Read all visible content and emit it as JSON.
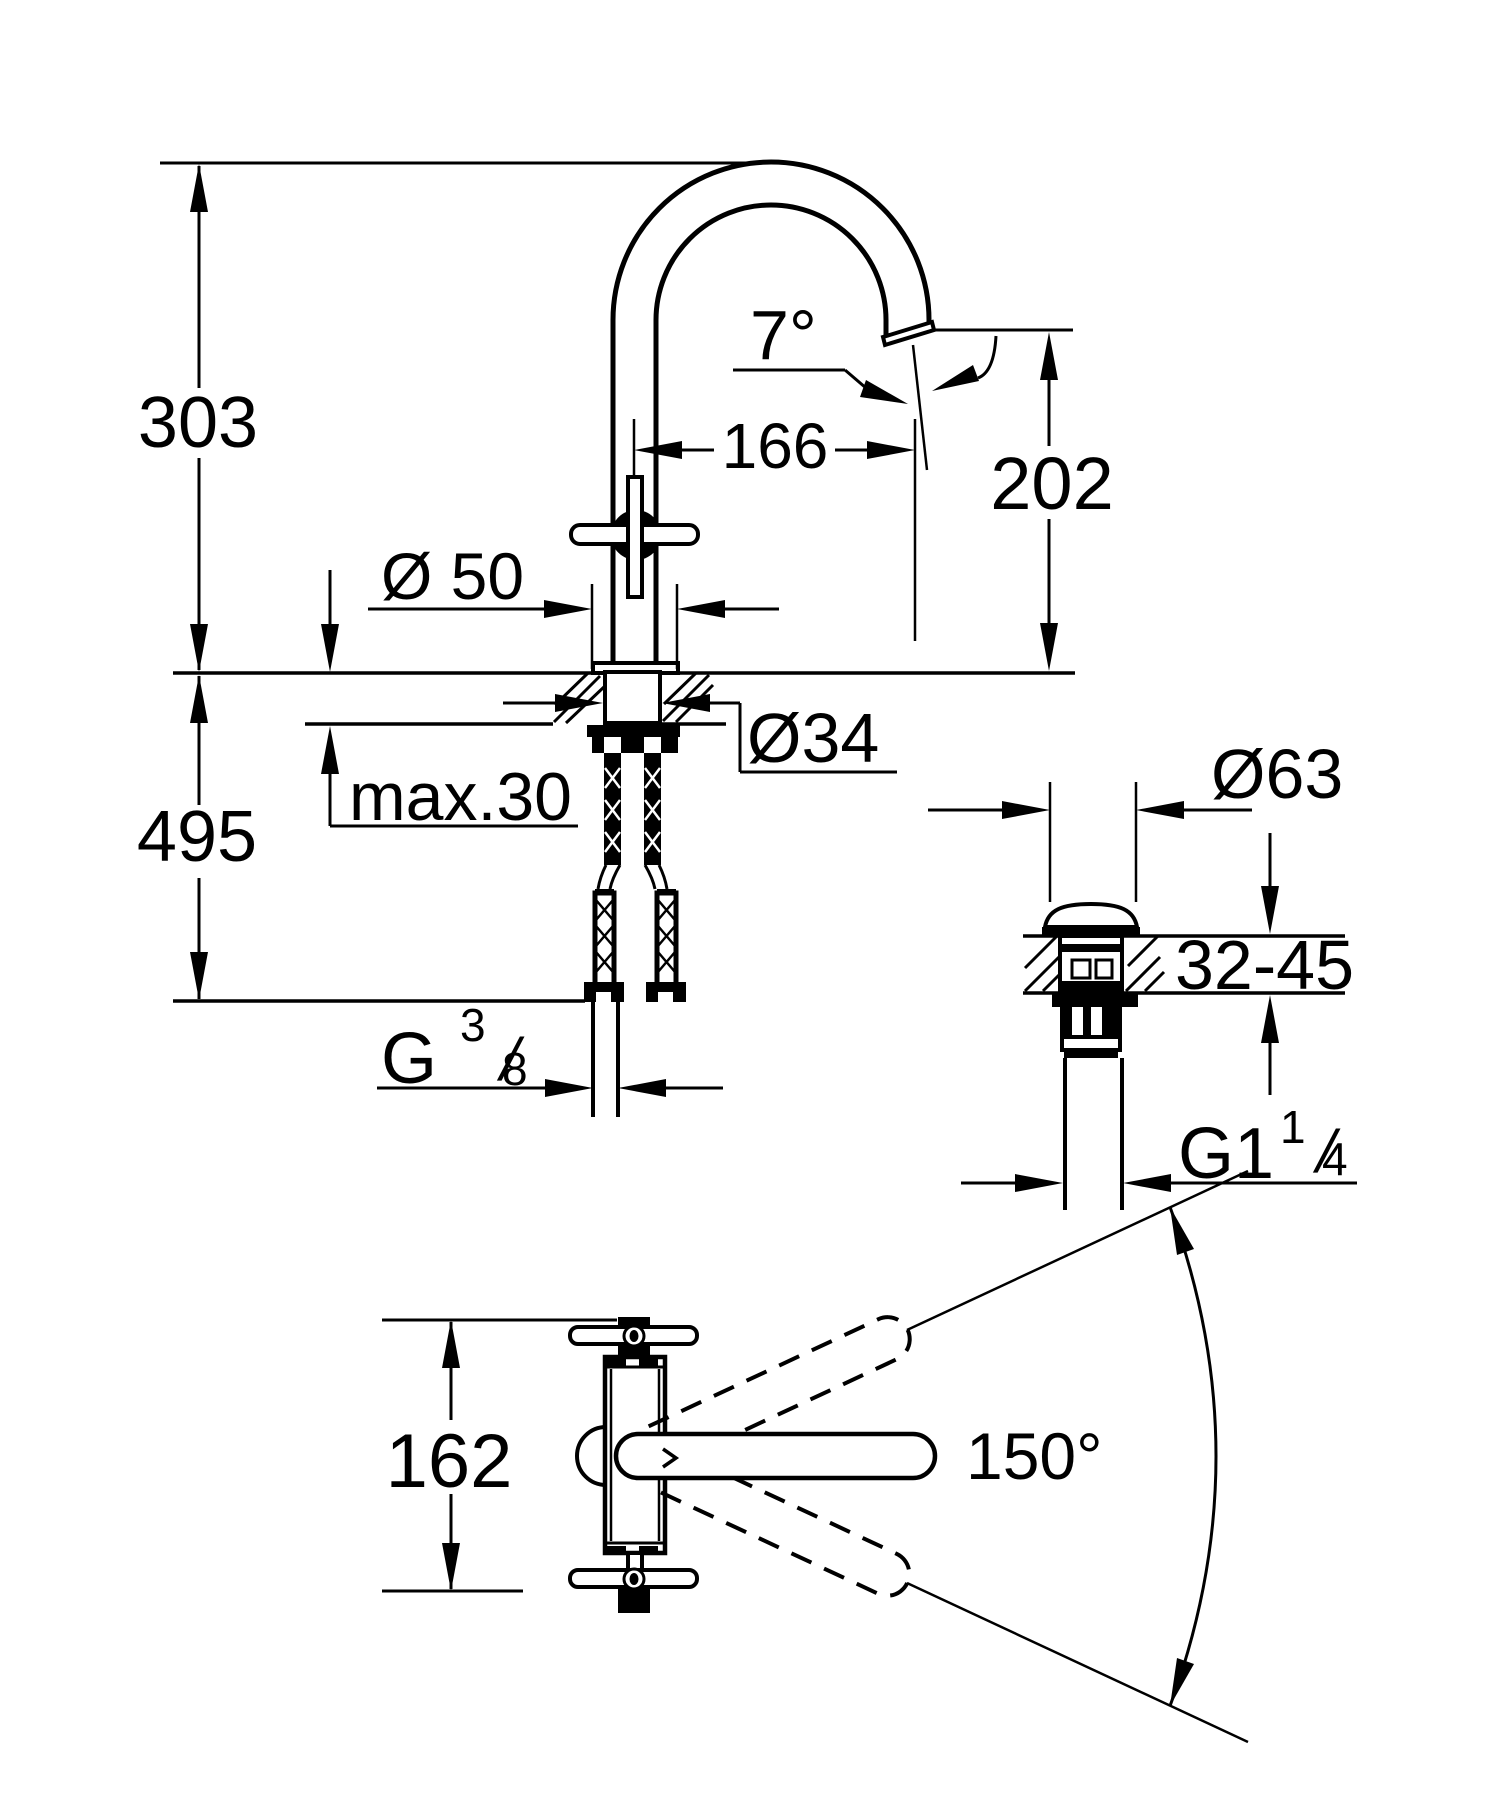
{
  "page": {
    "background_color": "#ffffff",
    "line_color": "#000000",
    "kind": "technical dimension drawing"
  },
  "front_view": {
    "dim_height_above_deck": "303",
    "dim_height_below_deck": "495",
    "dim_spout_outlet_angle": "7°",
    "dim_spout_reach": "166",
    "dim_spout_height": "202",
    "dim_base_diameter": "Ø 50",
    "dim_shank_diameter": "Ø34",
    "dim_max_deck_thickness": "max.30",
    "dim_supply_thread": {
      "base": "G",
      "numerator": "3",
      "slash": "/",
      "denominator": "8"
    }
  },
  "waste_view": {
    "dim_flange_diameter": "Ø63",
    "dim_deck_thickness_range": "32-45",
    "dim_waste_thread": {
      "base": "G1",
      "numerator": "1",
      "slash": "/",
      "denominator": "4"
    }
  },
  "top_view": {
    "dim_handle_span": "162",
    "dim_swivel_angle": "150°"
  }
}
